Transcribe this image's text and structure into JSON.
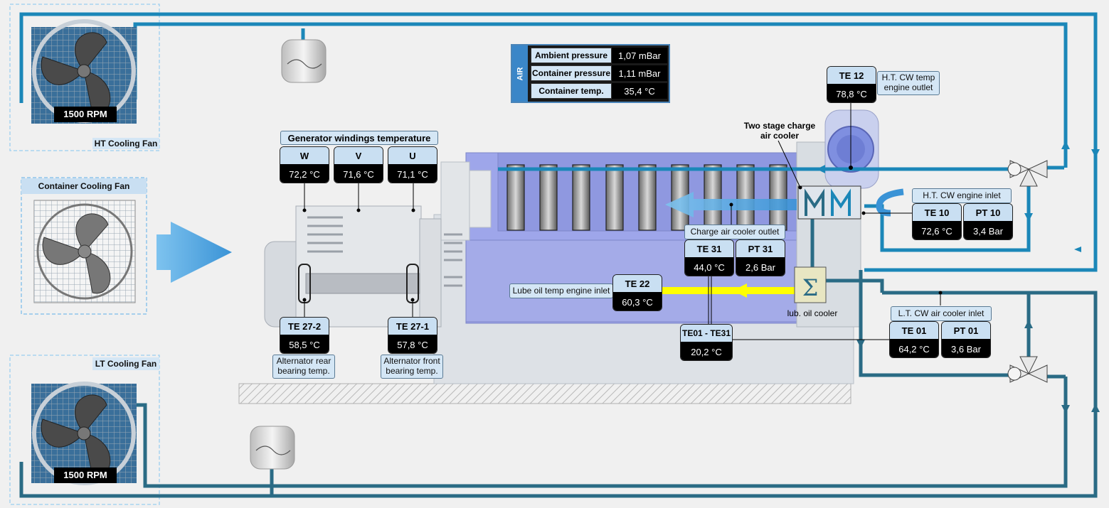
{
  "fans": {
    "ht": {
      "label": "HT Cooling Fan",
      "rpm": "1500 RPM"
    },
    "container": {
      "label": "Container Cooling Fan"
    },
    "lt": {
      "label": "LT Cooling Fan",
      "rpm": "1500 RPM"
    }
  },
  "air": {
    "side_label": "AIR",
    "rows": [
      {
        "key": "Ambient pressure",
        "value": "1,07 mBar"
      },
      {
        "key": "Container pressure",
        "value": "1,11 mBar"
      },
      {
        "key": "Container temp.",
        "value": "35,4  °C"
      }
    ]
  },
  "generator": {
    "title": "Generator windings temperature",
    "phases": [
      {
        "name": "W",
        "value": "72,2 °C"
      },
      {
        "name": "V",
        "value": "71,6 °C"
      },
      {
        "name": "U",
        "value": "71,1 °C"
      }
    ]
  },
  "bearings": {
    "rear": {
      "tag": "TE 27-2",
      "value": "58,5 °C",
      "desc_line1": "Alternator rear",
      "desc_line2": "bearing temp."
    },
    "front": {
      "tag": "TE 27-1",
      "value": "57,8 °C",
      "desc_line1": "Alternator front",
      "desc_line2": "bearing temp."
    }
  },
  "ht_outlet": {
    "tag": "TE 12",
    "value": "78,8 °C",
    "desc_line1": "H.T. CW temp",
    "desc_line2": "engine outlet"
  },
  "charge_air_cooler": {
    "line1": "Two stage charge",
    "line2": "air cooler"
  },
  "ht_inlet": {
    "title": "H.T. CW engine inlet",
    "temp": {
      "tag": "TE 10",
      "value": "72,6 °C"
    },
    "press": {
      "tag": "PT 10",
      "value": "3,4 Bar"
    }
  },
  "charge_outlet": {
    "title": "Charge air cooler outlet",
    "temp": {
      "tag": "TE 31",
      "value": "44,0 °C"
    },
    "press": {
      "tag": "PT 31",
      "value": "2,6 Bar"
    }
  },
  "lube": {
    "desc": "Lube oil temp engine inlet",
    "tag": "TE 22",
    "value": "60,3 °C",
    "cooler_label": "lub. oil cooler"
  },
  "exhaust_span": {
    "tag": "TE01 - TE31",
    "value": "20,2 °C"
  },
  "lt_inlet": {
    "title": "L.T. CW air cooler inlet",
    "temp": {
      "tag": "TE 01",
      "value": "64,2 °C"
    },
    "press": {
      "tag": "PT 01",
      "value": "3,6 Bar"
    }
  },
  "colors": {
    "ht_pipe": "#1b87b8",
    "lt_pipe": "#2a6b85",
    "lube_pipe": "#ffff00",
    "charge_air": "#4fa9e6"
  }
}
